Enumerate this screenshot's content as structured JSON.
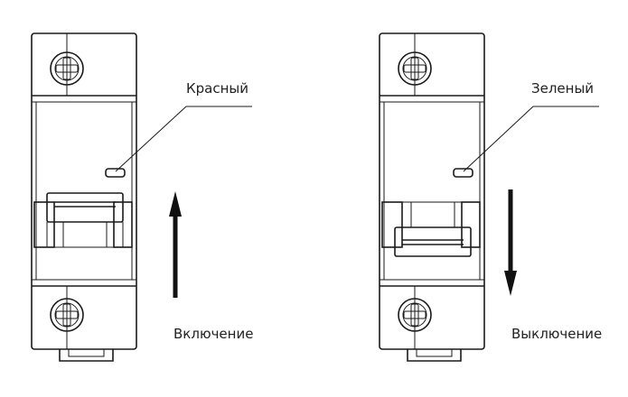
{
  "diagram": {
    "breakers": [
      {
        "id": "on",
        "indicator_label": "Красный",
        "state_label": "Включение",
        "arrow_direction": "up",
        "lever_position": "up"
      },
      {
        "id": "off",
        "indicator_label": "Зеленый",
        "state_label": "Выключение",
        "arrow_direction": "down",
        "lever_position": "down"
      }
    ],
    "colors": {
      "line": "#1a1a1a",
      "text": "#222222",
      "background": "#ffffff"
    },
    "icons": [
      "screw-terminal-icon",
      "din-rail-clip-icon",
      "arrow-up-icon",
      "arrow-down-icon"
    ]
  }
}
